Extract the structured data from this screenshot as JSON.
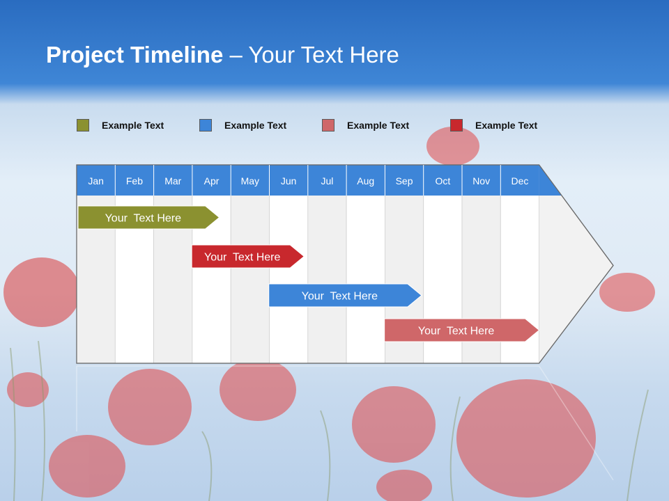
{
  "title": {
    "bold": "Project Timeline",
    "rest": " – Your Text Here"
  },
  "legend": [
    {
      "label": "Example Text",
      "color": "#8b9130"
    },
    {
      "label": "Example Text",
      "color": "#3d85d8"
    },
    {
      "label": "Example Text",
      "color": "#cf6769"
    },
    {
      "label": "Example Text",
      "color": "#c8282d"
    }
  ],
  "timeline": {
    "months": [
      "Jan",
      "Feb",
      "Mar",
      "Apr",
      "May",
      "Jun",
      "Jul",
      "Aug",
      "Sep",
      "Oct",
      "Nov",
      "Dec"
    ],
    "header_color": "#3d85d8",
    "tasks": [
      {
        "label": "Your  Text Here",
        "start": 0.0,
        "end": 3.7,
        "color": "#8b9130"
      },
      {
        "label": "Your  Text Here",
        "start": 2.95,
        "end": 5.9,
        "color": "#c8282d"
      },
      {
        "label": "Your  Text Here",
        "start": 4.95,
        "end": 8.95,
        "color": "#3d85d8"
      },
      {
        "label": "Your  Text Here",
        "start": 7.95,
        "end": 12.0,
        "color": "#cf6769"
      }
    ]
  },
  "background": {
    "sky": "#3f86d6",
    "poppy": "#e03a3a"
  }
}
